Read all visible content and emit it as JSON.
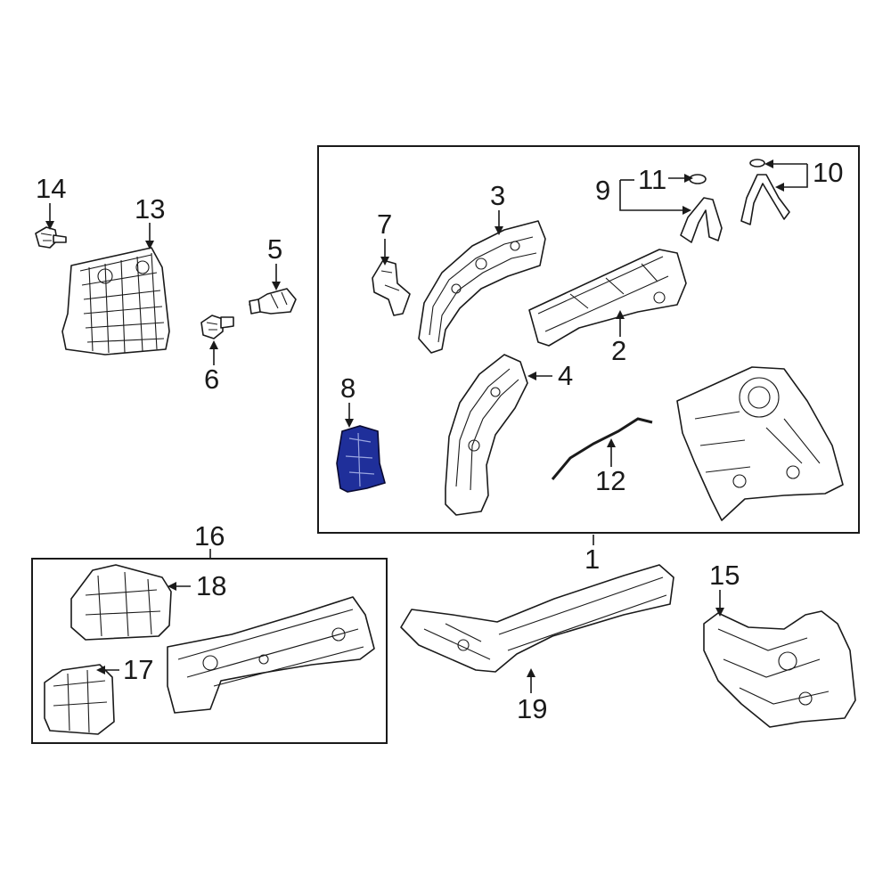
{
  "colors": {
    "line": "#1a1a1a",
    "highlight_part": "#1f2f9a",
    "background": "#ffffff"
  },
  "callouts": {
    "c1": "1",
    "c2": "2",
    "c3": "3",
    "c4": "4",
    "c5": "5",
    "c6": "6",
    "c7": "7",
    "c8": "8",
    "c9": "9",
    "c10": "10",
    "c11": "11",
    "c12": "12",
    "c13": "13",
    "c14": "14",
    "c15": "15",
    "c16": "16",
    "c17": "17",
    "c18": "18",
    "c19": "19"
  },
  "highlighted_part": "8"
}
